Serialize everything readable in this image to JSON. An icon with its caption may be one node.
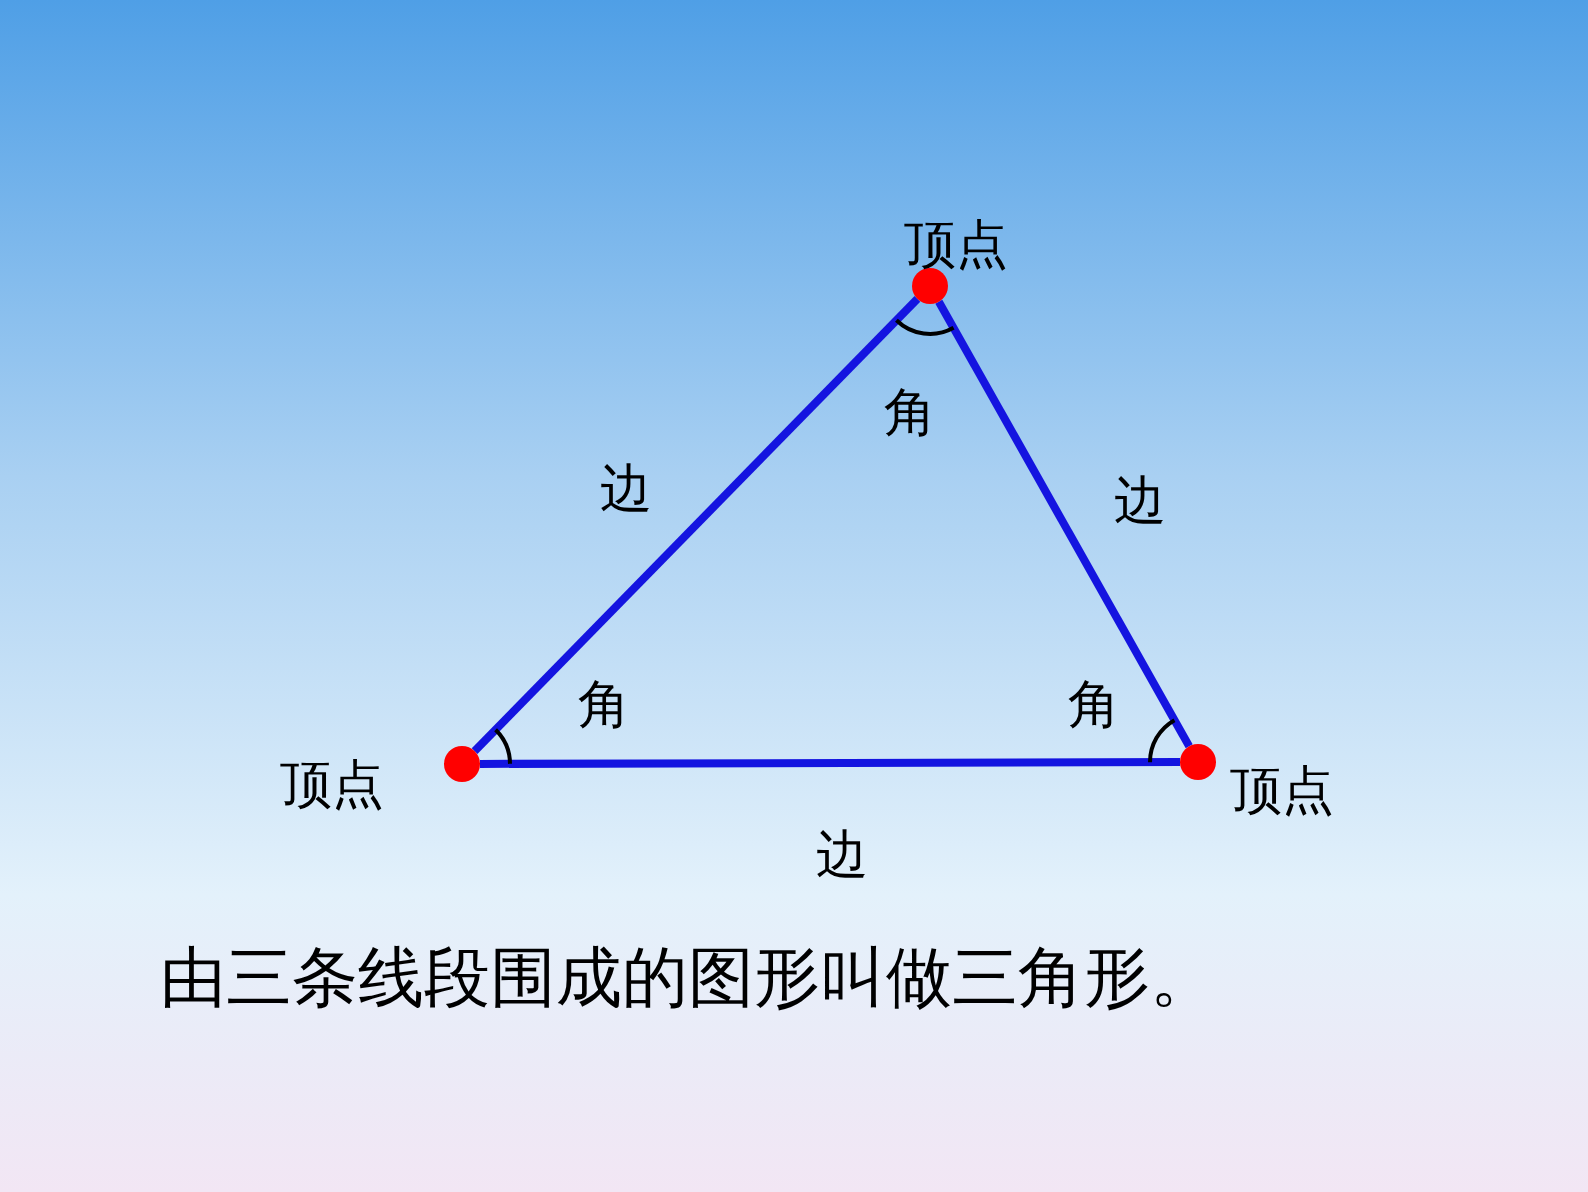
{
  "diagram": {
    "caption": "由三条线段围成的图形叫做三角形。",
    "nodes": [
      {
        "text": [],
        "shape": "circle",
        "beside": [
          "顶点"
        ]
      },
      {
        "text": [],
        "shape": "circle",
        "beside": [
          "顶点"
        ]
      },
      {
        "text": [],
        "shape": "circle",
        "beside": [
          "顶点"
        ]
      }
    ],
    "edges": [
      {
        "from": 1,
        "to": 0,
        "arrow": "none",
        "label": "边"
      },
      {
        "from": 0,
        "to": 2,
        "arrow": "none",
        "label": "边"
      },
      {
        "from": 1,
        "to": 2,
        "arrow": "none",
        "label": "边"
      }
    ],
    "labels": [
      "角",
      "角",
      "角"
    ]
  }
}
